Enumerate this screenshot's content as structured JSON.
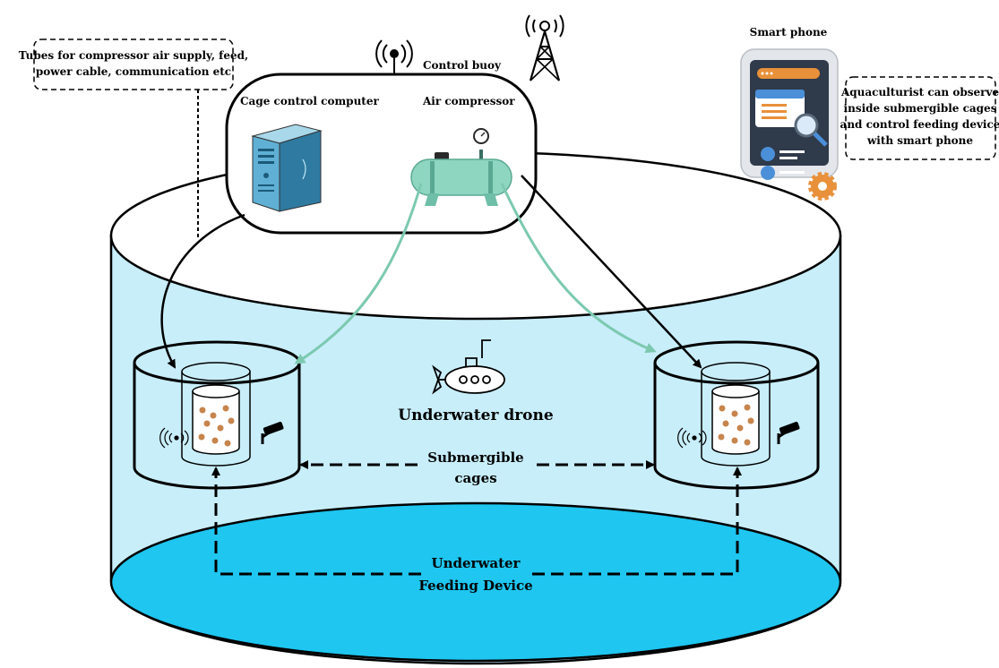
{
  "labels": {
    "tubes_note": [
      "Tubes for compressor air supply, feed,",
      "power cable, communication etc"
    ],
    "control_buoy": "Control buoy",
    "cage_control_computer": "Cage control computer",
    "air_compressor": "Air compressor",
    "smart_phone": "Smart phone",
    "smartphone_note": [
      "Aquaculturist can observe",
      "inside submergible cages",
      "and control feeding device",
      "with smart phone"
    ],
    "underwater_drone": "Underwater drone",
    "submergible_cages": [
      "Submergible",
      "cages"
    ],
    "feeding_device": [
      "Underwater",
      "Feeding Device"
    ]
  },
  "colors": {
    "water": "#c8eefa",
    "floor": "#1ec6f0",
    "air_line": "#7cc9b0",
    "compressor": "#8ed6c0",
    "computer": "#3d8fb5",
    "feed_pellet": "#c7844d",
    "phone_accent": "#e8913a"
  },
  "icons": {
    "antenna": "radio-tower-icon",
    "buoy_signal": "antenna-signal-icon",
    "computer": "computer-tower-icon",
    "compressor": "air-compressor-icon",
    "phone": "smartphone-app-icon",
    "drone": "submarine-icon",
    "camera": "security-camera-icon",
    "sensor": "wireless-sensor-icon"
  }
}
